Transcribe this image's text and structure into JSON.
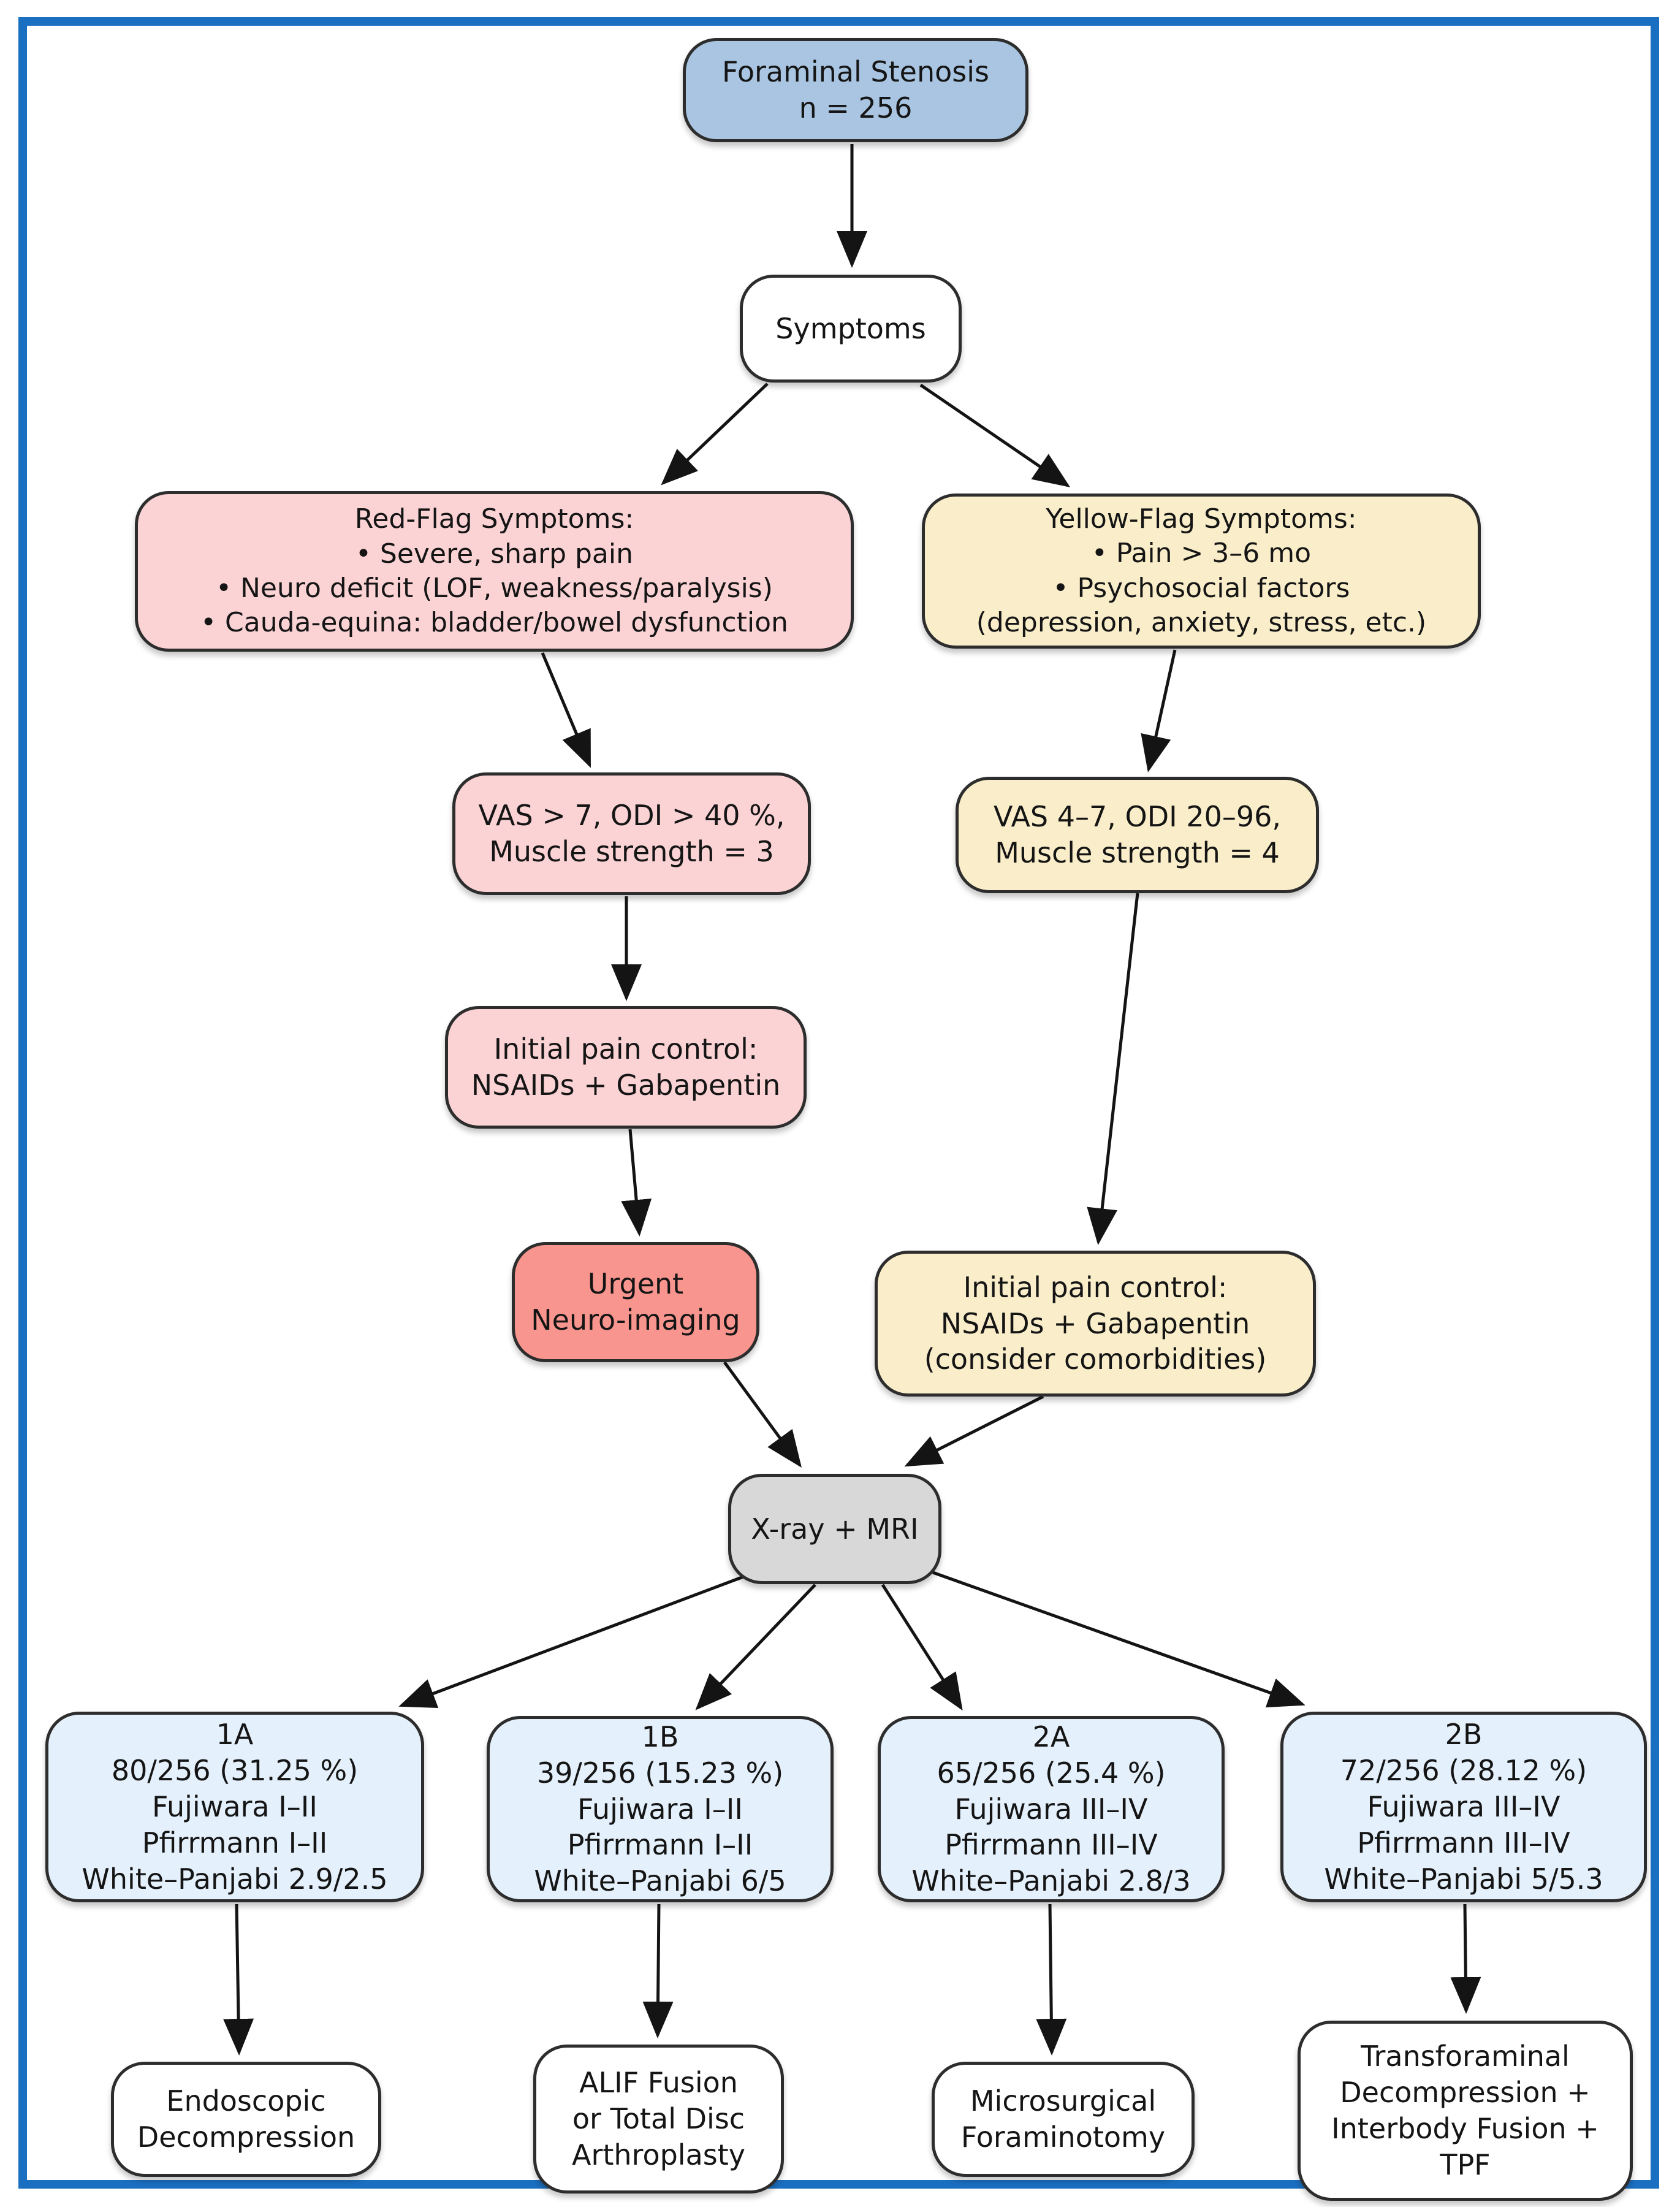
{
  "nodes": {
    "root": {
      "label": "Foraminal Stenosis\nn = 256",
      "fill": "#a9c5e1"
    },
    "symptoms": {
      "label": "Symptoms",
      "fill": "#ffffff"
    },
    "red_flag": {
      "label": "Red-Flag Symptoms:\n• Severe, sharp pain\n• Neuro deficit (LOF, weakness/paralysis)\n• Cauda-equina: bladder/bowel dysfunction",
      "fill": "#fbd3d5"
    },
    "yellow_flag": {
      "label": "Yellow-Flag Symptoms:\n• Pain > 3–6 mo\n• Psychosocial factors\n(depression, anxiety, stress, etc.)",
      "fill": "#faeeca"
    },
    "vas_red": {
      "label": "VAS > 7, ODI > 40 %,\nMuscle strength = 3",
      "fill": "#fbd3d5"
    },
    "vas_yellow": {
      "label": "VAS 4–7, ODI 20–96,\nMuscle strength = 4",
      "fill": "#faeeca"
    },
    "pain_red": {
      "label": "Initial pain control:\nNSAIDs + Gabapentin",
      "fill": "#fbd3d5"
    },
    "urgent": {
      "label": "Urgent\nNeuro-imaging",
      "fill": "#f8958e"
    },
    "pain_yellow": {
      "label": "Initial pain control:\nNSAIDs + Gabapentin\n(consider comorbidities)",
      "fill": "#faeeca"
    },
    "xray": {
      "label": "X-ray + MRI",
      "fill": "#d8d8d8"
    },
    "class_1a": {
      "label": "1A\n80/256 (31.25 %)\nFujiwara I–II\nPfirrmann I–II\nWhite–Panjabi 2.9/2.5",
      "fill": "#e4f0fb"
    },
    "class_1b": {
      "label": "1B\n39/256 (15.23 %)\nFujiwara I–II\nPfirrmann I–II\nWhite–Panjabi 6/5",
      "fill": "#e4f0fb"
    },
    "class_2a": {
      "label": "2A\n65/256 (25.4 %)\nFujiwara III–IV\nPfirrmann III–IV\nWhite–Panjabi 2.8/3",
      "fill": "#e4f0fb"
    },
    "class_2b": {
      "label": "2B\n72/256 (28.12 %)\nFujiwara III–IV\nPfirrmann III–IV\nWhite–Panjabi 5/5.3",
      "fill": "#e4f0fb"
    },
    "endoscopic": {
      "label": "Endoscopic\nDecompression",
      "fill": "#ffffff"
    },
    "alif": {
      "label": "ALIF Fusion\nor Total Disc\nArthroplasty",
      "fill": "#ffffff"
    },
    "microsurgical": {
      "label": "Microsurgical\nForaminotomy",
      "fill": "#ffffff"
    },
    "transforaminal": {
      "label": "Transforaminal\nDecompression +\nInterbody Fusion +\nTPF",
      "fill": "#ffffff"
    }
  },
  "edges": [
    {
      "from": "root",
      "to": "symptoms"
    },
    {
      "from": "symptoms",
      "to": "red_flag"
    },
    {
      "from": "symptoms",
      "to": "yellow_flag"
    },
    {
      "from": "red_flag",
      "to": "vas_red"
    },
    {
      "from": "yellow_flag",
      "to": "vas_yellow"
    },
    {
      "from": "vas_red",
      "to": "pain_red"
    },
    {
      "from": "pain_red",
      "to": "urgent"
    },
    {
      "from": "vas_yellow",
      "to": "pain_yellow"
    },
    {
      "from": "urgent",
      "to": "xray"
    },
    {
      "from": "pain_yellow",
      "to": "xray"
    },
    {
      "from": "xray",
      "to": "class_1a"
    },
    {
      "from": "xray",
      "to": "class_1b"
    },
    {
      "from": "xray",
      "to": "class_2a"
    },
    {
      "from": "xray",
      "to": "class_2b"
    },
    {
      "from": "class_1a",
      "to": "endoscopic"
    },
    {
      "from": "class_1b",
      "to": "alif"
    },
    {
      "from": "class_2a",
      "to": "microsurgical"
    },
    {
      "from": "class_2b",
      "to": "transforaminal"
    }
  ],
  "colors": {
    "frame_blue": "#1b6fc1",
    "node_border": "#2d2d2d",
    "arrow_black": "#141414",
    "root_blue": "#a9c5e1",
    "pink_light": "#fbd3d5",
    "salmon_red": "#f8958e",
    "yellow_cream": "#faeeca",
    "gray_imaging": "#d8d8d8",
    "blue_class": "#e4f0fb",
    "white": "#ffffff"
  }
}
